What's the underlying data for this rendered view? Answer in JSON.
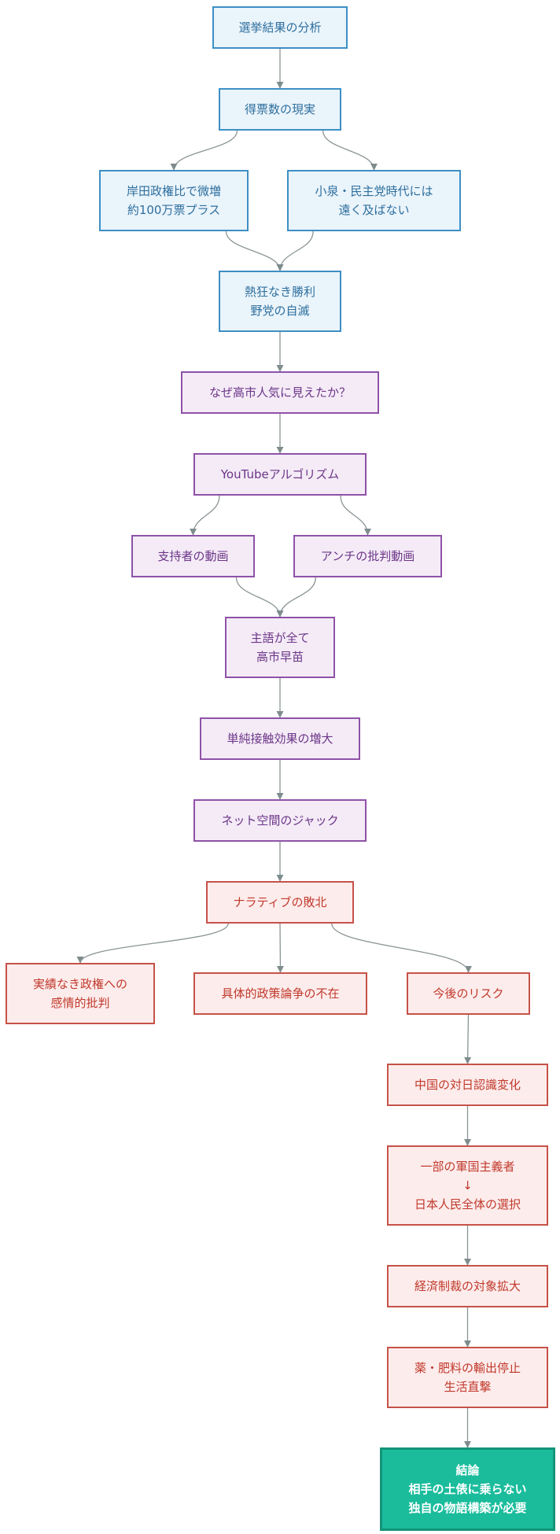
{
  "diagram": {
    "nodes": [
      {
        "id": "n1",
        "label": "選挙結果の分析",
        "group": "analysis"
      },
      {
        "id": "n2",
        "label": "得票数の現実",
        "group": "analysis"
      },
      {
        "id": "n3a",
        "label": "岸田政権比で微増\n約100万票プラス",
        "group": "analysis"
      },
      {
        "id": "n3b",
        "label": "小泉・民主党時代には\n遠く及ばない",
        "group": "analysis"
      },
      {
        "id": "n4",
        "label": "熱狂なき勝利\n野党の自滅",
        "group": "analysis"
      },
      {
        "id": "n5",
        "label": "なぜ高市人気に見えたか？",
        "group": "media"
      },
      {
        "id": "n6",
        "label": "YouTubeアルゴリズム",
        "group": "media"
      },
      {
        "id": "n7a",
        "label": "支持者の動画",
        "group": "media"
      },
      {
        "id": "n7b",
        "label": "アンチの批判動画",
        "group": "media"
      },
      {
        "id": "n8",
        "label": "主語が全て\n高市早苗",
        "group": "media"
      },
      {
        "id": "n9",
        "label": "単純接触効果の増大",
        "group": "media"
      },
      {
        "id": "n10",
        "label": "ネット空間のジャック",
        "group": "media"
      },
      {
        "id": "n11",
        "label": "ナラティブの敗北",
        "group": "risk"
      },
      {
        "id": "n12a",
        "label": "実績なき政権への\n感情的批判",
        "group": "risk"
      },
      {
        "id": "n12b",
        "label": "具体的政策論争の不在",
        "group": "risk"
      },
      {
        "id": "n12c",
        "label": "今後のリスク",
        "group": "risk"
      },
      {
        "id": "n13",
        "label": "中国の対日認識変化",
        "group": "risk"
      },
      {
        "id": "n14",
        "label": "一部の軍国主義者\n↓\n日本人民全体の選択",
        "group": "risk"
      },
      {
        "id": "n15",
        "label": "経済制裁の対象拡大",
        "group": "risk"
      },
      {
        "id": "n16",
        "label": "薬・肥料の輸出停止\n生活直撃",
        "group": "risk"
      },
      {
        "id": "n17",
        "label": "結論\n相手の土俵に乗らない\n独自の物語構築が必要",
        "group": "conclusion"
      }
    ],
    "edges": [
      [
        "n1",
        "n2"
      ],
      [
        "n2",
        "n3a"
      ],
      [
        "n2",
        "n3b"
      ],
      [
        "n3a",
        "n4"
      ],
      [
        "n3b",
        "n4"
      ],
      [
        "n4",
        "n5"
      ],
      [
        "n5",
        "n6"
      ],
      [
        "n6",
        "n7a"
      ],
      [
        "n6",
        "n7b"
      ],
      [
        "n7a",
        "n8"
      ],
      [
        "n7b",
        "n8"
      ],
      [
        "n8",
        "n9"
      ],
      [
        "n9",
        "n10"
      ],
      [
        "n10",
        "n11"
      ],
      [
        "n11",
        "n12a"
      ],
      [
        "n11",
        "n12b"
      ],
      [
        "n11",
        "n12c"
      ],
      [
        "n12c",
        "n13"
      ],
      [
        "n13",
        "n14"
      ],
      [
        "n14",
        "n15"
      ],
      [
        "n15",
        "n16"
      ],
      [
        "n16",
        "n17"
      ]
    ],
    "colors": {
      "analysis": {
        "fill": "#eaf4fb",
        "stroke": "#3d8fc4",
        "text": "#2e6f9e"
      },
      "media": {
        "fill": "#f4ebf7",
        "stroke": "#8e52a8",
        "text": "#6c3587"
      },
      "risk": {
        "fill": "#fdecec",
        "stroke": "#c65248",
        "text": "#c0392b"
      },
      "conclusion": {
        "fill": "#1abc9c",
        "stroke": "#149479",
        "text": "#ffffff"
      },
      "edge": "#8a9496"
    }
  }
}
